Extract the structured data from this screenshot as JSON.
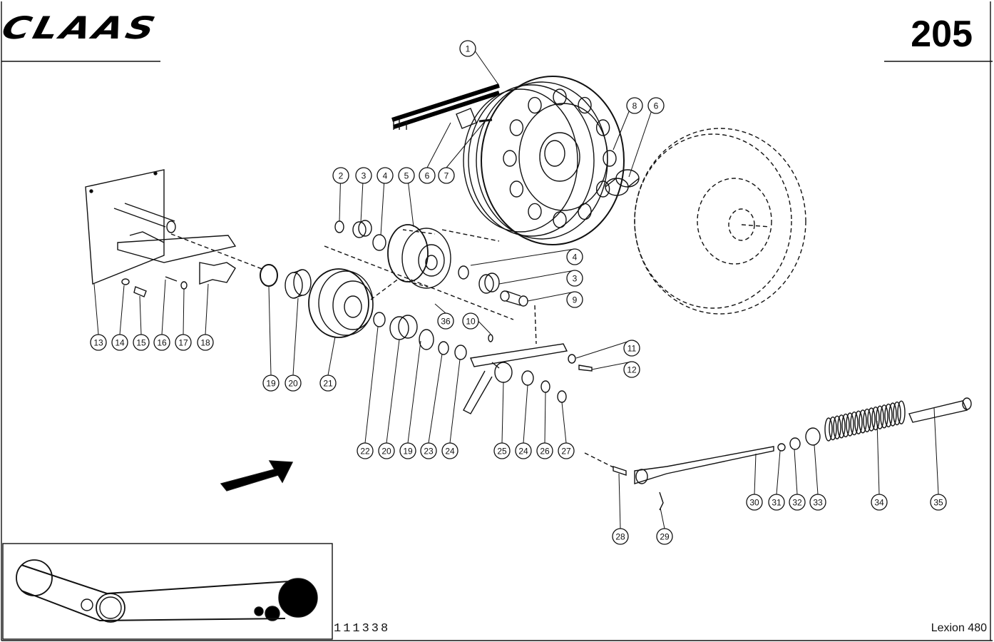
{
  "header": {
    "brand": "CLAAS",
    "page_number": "205"
  },
  "footer": {
    "drawing_number": "111338",
    "model": "Lexion 480"
  },
  "callouts": [
    "1",
    "2",
    "3",
    "4",
    "5",
    "6",
    "7",
    "8",
    "6",
    "13",
    "14",
    "15",
    "16",
    "17",
    "18",
    "19",
    "20",
    "21",
    "4",
    "3",
    "9",
    "36",
    "10",
    "11",
    "12",
    "22",
    "20",
    "19",
    "23",
    "24",
    "25",
    "24",
    "26",
    "27",
    "28",
    "29",
    "30",
    "31",
    "32",
    "33",
    "34",
    "35"
  ],
  "colors": {
    "ink": "#111111",
    "paper": "#ffffff"
  }
}
